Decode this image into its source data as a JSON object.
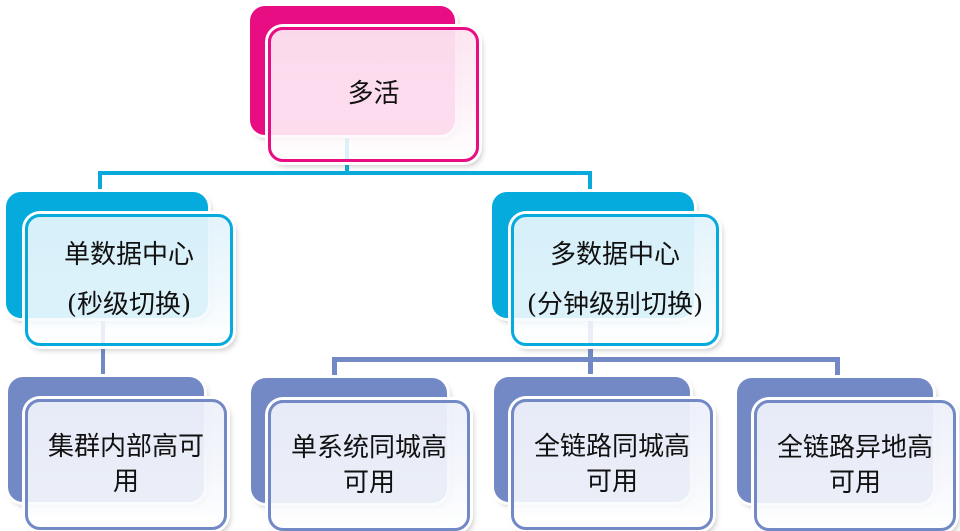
{
  "background": "#ffffff",
  "colors": {
    "level1_accent": "#e90d84",
    "level1_fill_tint": "#fce7f2",
    "level2_accent": "#04abdc",
    "level2_fill_tint": "#e6f4fb",
    "level3_accent": "#7289c5",
    "level3_fill_tint": "#eff1fa",
    "connector_top": "#0aa9db",
    "connector_bottom": "#7289c5",
    "text": "#111111"
  },
  "diagram_type": "hierarchy",
  "nodes": {
    "root": {
      "lines": [
        "多活"
      ]
    },
    "level2": [
      {
        "lines": [
          "单数据中心",
          "(秒级切换)"
        ]
      },
      {
        "lines": [
          "多数据中心",
          "(分钟级别切换)"
        ]
      }
    ],
    "level3": [
      {
        "lines": [
          "集群内部高可用"
        ]
      },
      {
        "lines": [
          "单系统同城高可用"
        ]
      },
      {
        "lines": [
          "全链路同城高可用"
        ]
      },
      {
        "lines": [
          "全链路异地高可用"
        ]
      }
    ]
  }
}
